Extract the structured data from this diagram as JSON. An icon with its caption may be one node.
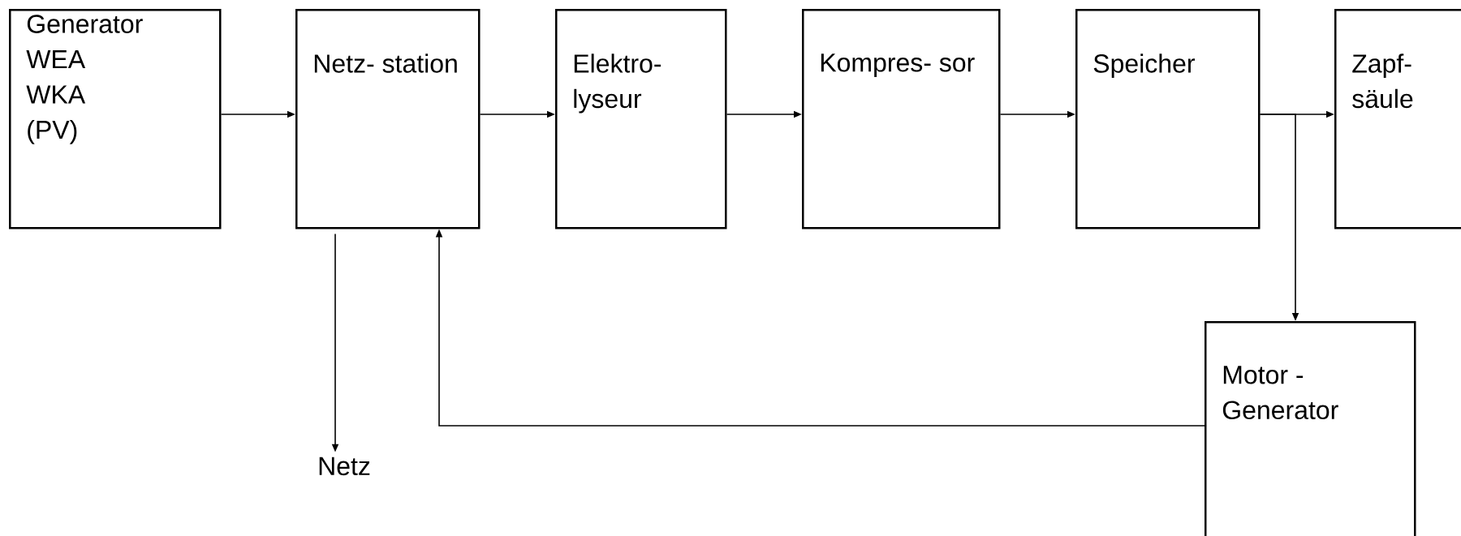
{
  "diagram": {
    "nodes": [
      {
        "text": [
          "Generator",
          "WEA",
          "WKA",
          "(PV)"
        ]
      },
      {
        "text": [
          "Netz- station"
        ]
      },
      {
        "text": [
          "Elektro- lyseur"
        ]
      },
      {
        "text": [
          "Kompres- sor"
        ]
      },
      {
        "text": [
          "Speicher"
        ]
      },
      {
        "text": [
          "Zapf- säule"
        ]
      },
      {
        "text": [
          "Motor - Generator"
        ]
      },
      {
        "text": [
          "Netz"
        ]
      }
    ],
    "edges": [
      {
        "from": 0,
        "to": 1,
        "arrow": "to"
      },
      {
        "from": 1,
        "to": 2,
        "arrow": "to"
      },
      {
        "from": 2,
        "to": 3,
        "arrow": "to"
      },
      {
        "from": 3,
        "to": 4,
        "arrow": "to"
      },
      {
        "from": 4,
        "to": 5,
        "arrow": "to"
      },
      {
        "from": 4,
        "to": 6,
        "arrow": "to"
      },
      {
        "from": 1,
        "to": 7,
        "arrow": "to"
      },
      {
        "from": 6,
        "to": 1,
        "arrow": "to"
      }
    ]
  }
}
